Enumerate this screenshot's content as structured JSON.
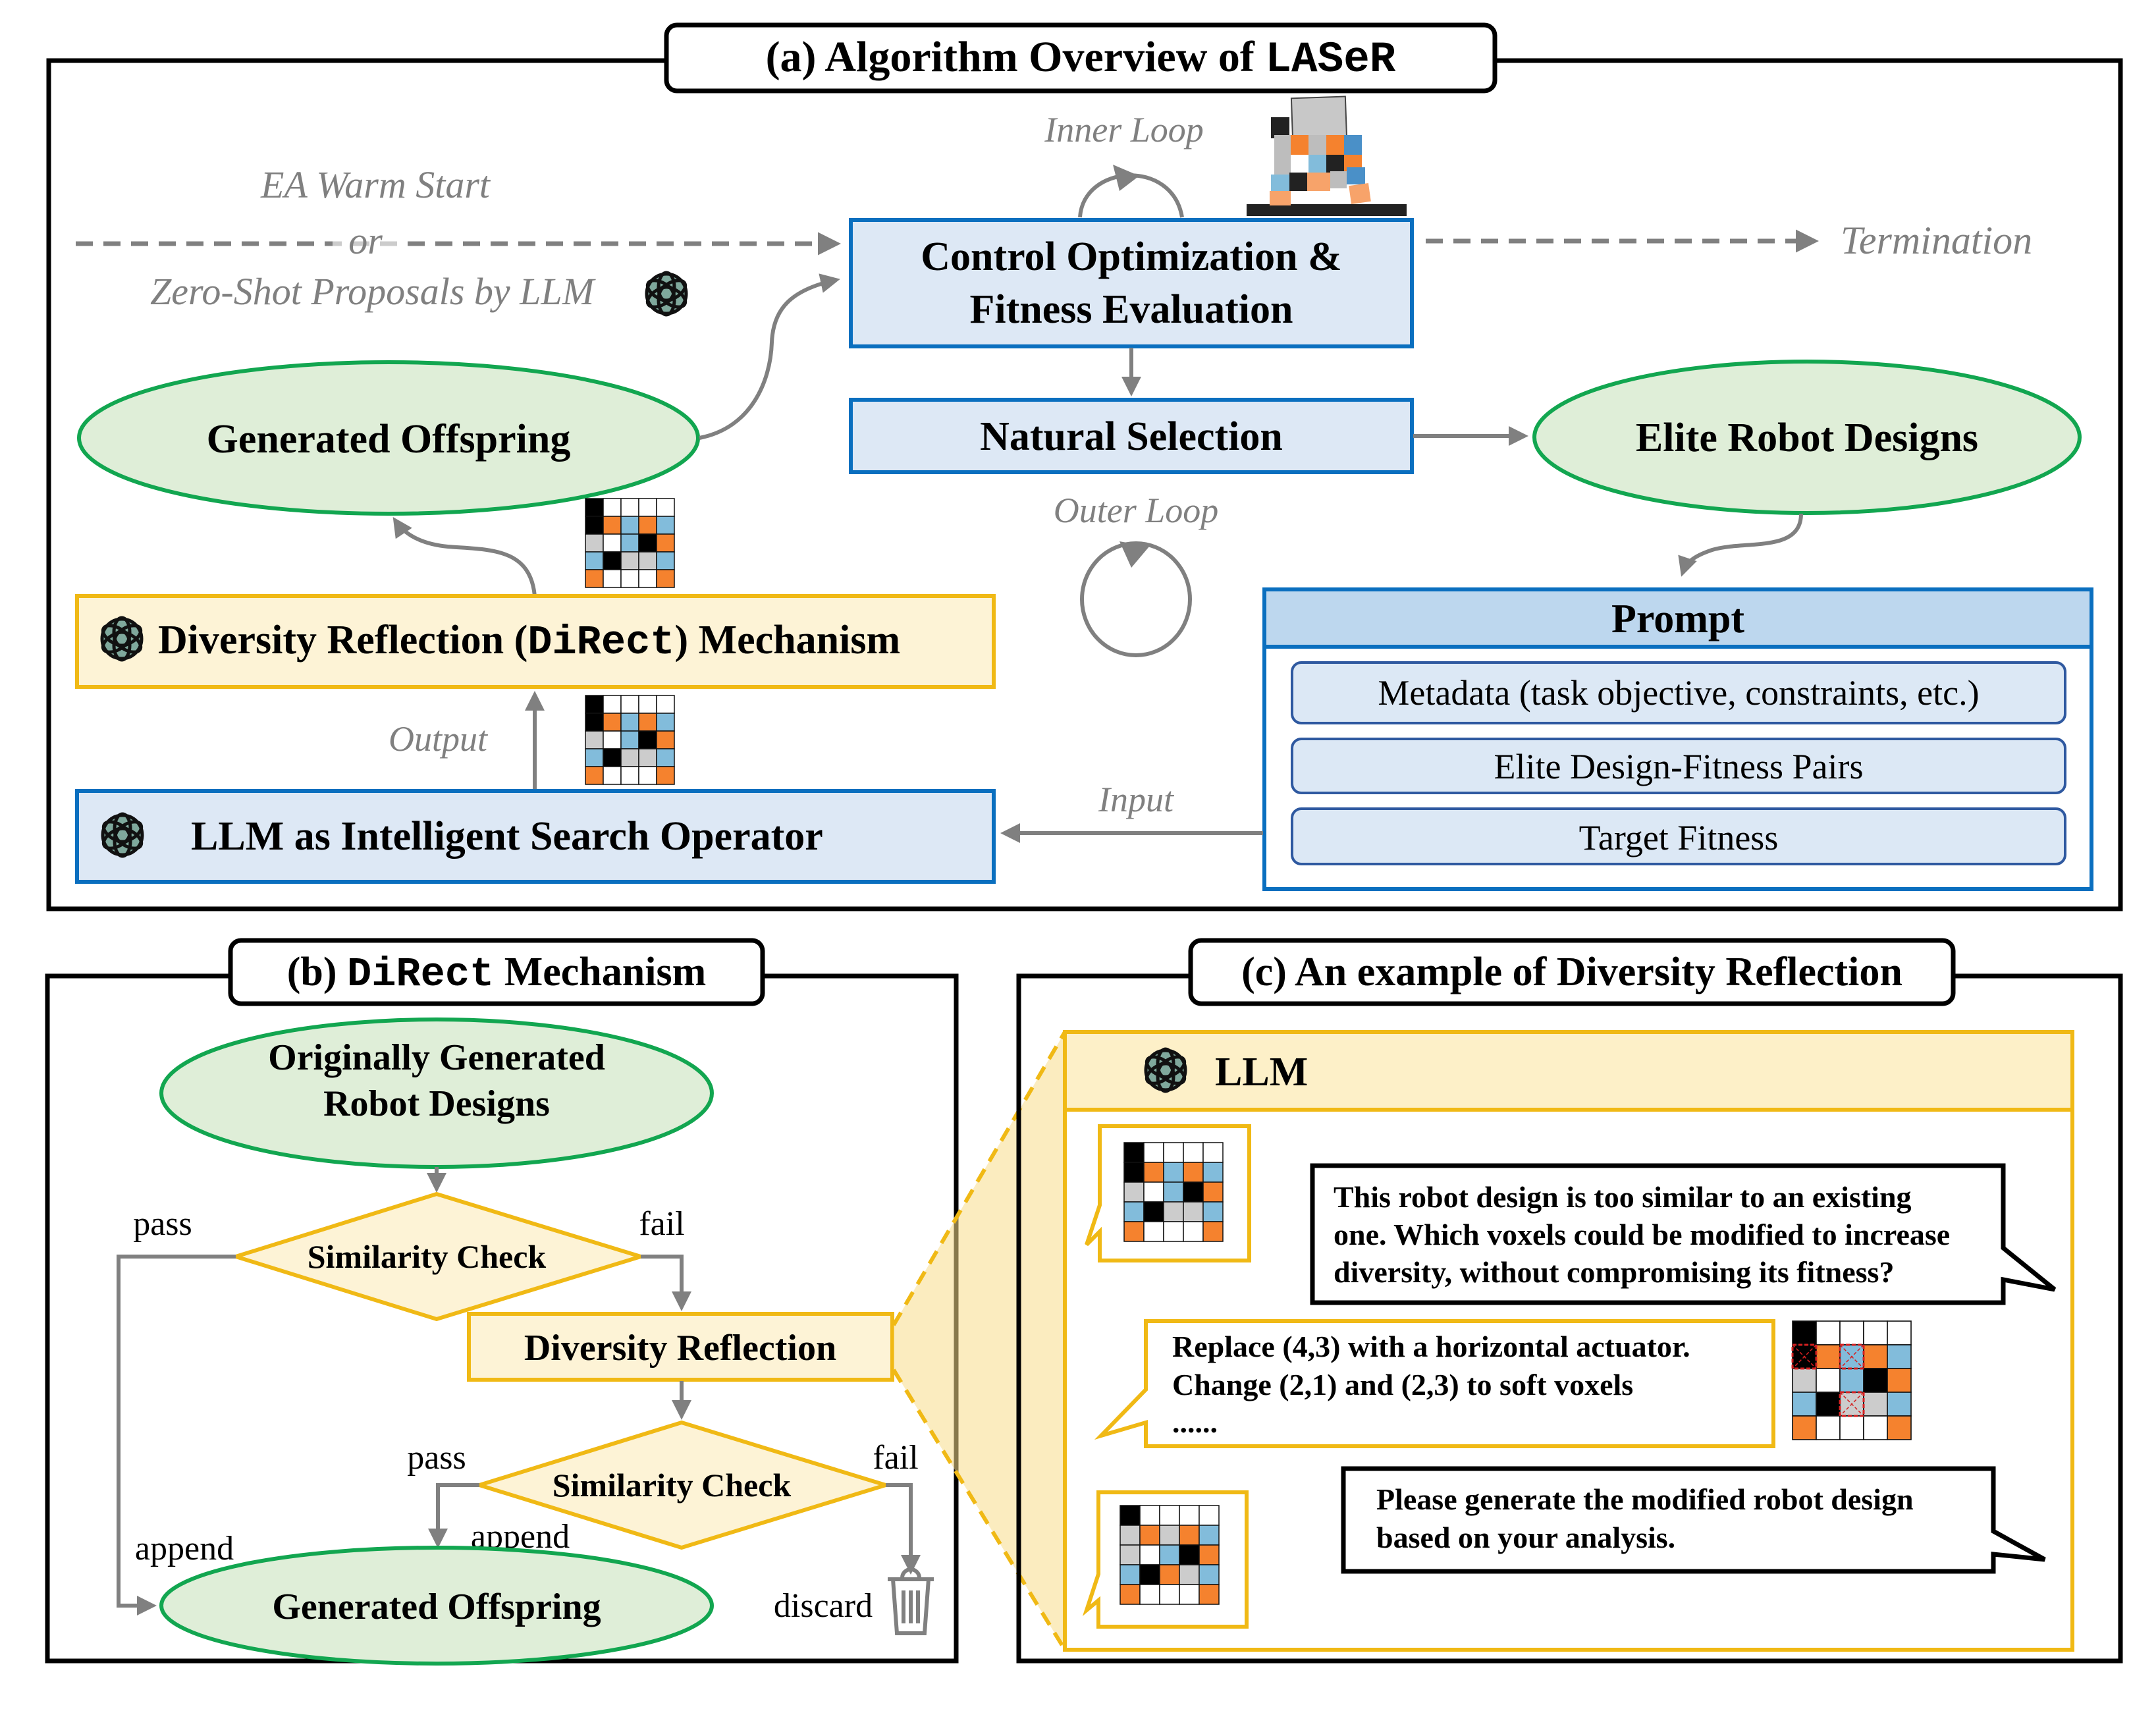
{
  "colors": {
    "voxel": {
      "K": "#000000",
      "W": "#ffffff",
      "O": "#f5822e",
      "B": "#82bcdb",
      "G": "#cccccc"
    },
    "blue_border": "#0a6fbf",
    "blue_fill": "#dde8f5",
    "yellow_border": "#f0b915",
    "yellow_fill": "#fdf3d6",
    "green_border": "#12a650",
    "green_fill": "#dfeed8",
    "arrow_gray": "#808080",
    "highlight_red": "#d42020"
  },
  "panel_a": {
    "title_prefix": "(a) Algorithm Overview of ",
    "title_code": "LASeR",
    "warm_start": "EA Warm Start",
    "or": "or",
    "zero_shot": "Zero-Shot Proposals by LLM",
    "inner_loop": "Inner Loop",
    "outer_loop": "Outer Loop",
    "termination": "Termination",
    "control_line1": "Control Optimization &",
    "control_line2": "Fitness Evaluation",
    "natural_selection": "Natural Selection",
    "generated_offspring": "Generated Offspring",
    "elite_designs": "Elite Robot Designs",
    "direct_prefix": "Diversity Reflection (",
    "direct_code": "DiRect",
    "direct_suffix": ") Mechanism",
    "llm_operator": "LLM as Intelligent Search Operator",
    "output_label": "Output",
    "input_label": "Input",
    "prompt": {
      "header": "Prompt",
      "items": [
        "Metadata (task objective, constraints, etc.)",
        "Elite Design-Fitness Pairs",
        "Target Fitness"
      ]
    }
  },
  "panel_b": {
    "title_prefix": "(b) ",
    "title_code": "DiRect",
    "title_suffix": " Mechanism",
    "start_line1": "Originally Generated",
    "start_line2": "Robot Designs",
    "check1": "Similarity Check",
    "check2": "Similarity Check",
    "reflection": "Diversity Reflection",
    "offspring": "Generated Offspring",
    "pass1": "pass",
    "fail1": "fail",
    "pass2": "pass",
    "fail2": "fail",
    "append1": "append",
    "append2": "append",
    "discard": "discard"
  },
  "panel_c": {
    "title": "(c) An example of Diversity Reflection",
    "llm_label": "LLM",
    "user_msg1_lines": [
      "This robot design is too similar to an existing",
      "one. Which voxels could be modified to increase",
      "diversity, without compromising its fitness?"
    ],
    "llm_reply_lines": [
      "Replace (4,3) with a horizontal actuator.",
      "Change (2,1) and (2,3) to soft voxels",
      "......"
    ],
    "user_msg2_lines": [
      "Please generate the modified robot design",
      "based on your analysis."
    ],
    "highlighted_cells": [
      [
        2,
        1
      ],
      [
        2,
        3
      ],
      [
        4,
        3
      ]
    ]
  },
  "designs": {
    "original": [
      [
        "K",
        "W",
        "W",
        "W",
        "W"
      ],
      [
        "K",
        "O",
        "B",
        "O",
        "B"
      ],
      [
        "G",
        "W",
        "B",
        "K",
        "O"
      ],
      [
        "B",
        "K",
        "G",
        "G",
        "B"
      ],
      [
        "O",
        "W",
        "W",
        "W",
        "O"
      ]
    ],
    "modified": [
      [
        "K",
        "W",
        "W",
        "W",
        "W"
      ],
      [
        "G",
        "O",
        "G",
        "O",
        "B"
      ],
      [
        "G",
        "W",
        "B",
        "K",
        "O"
      ],
      [
        "B",
        "K",
        "O",
        "G",
        "B"
      ],
      [
        "O",
        "W",
        "W",
        "W",
        "O"
      ]
    ]
  }
}
